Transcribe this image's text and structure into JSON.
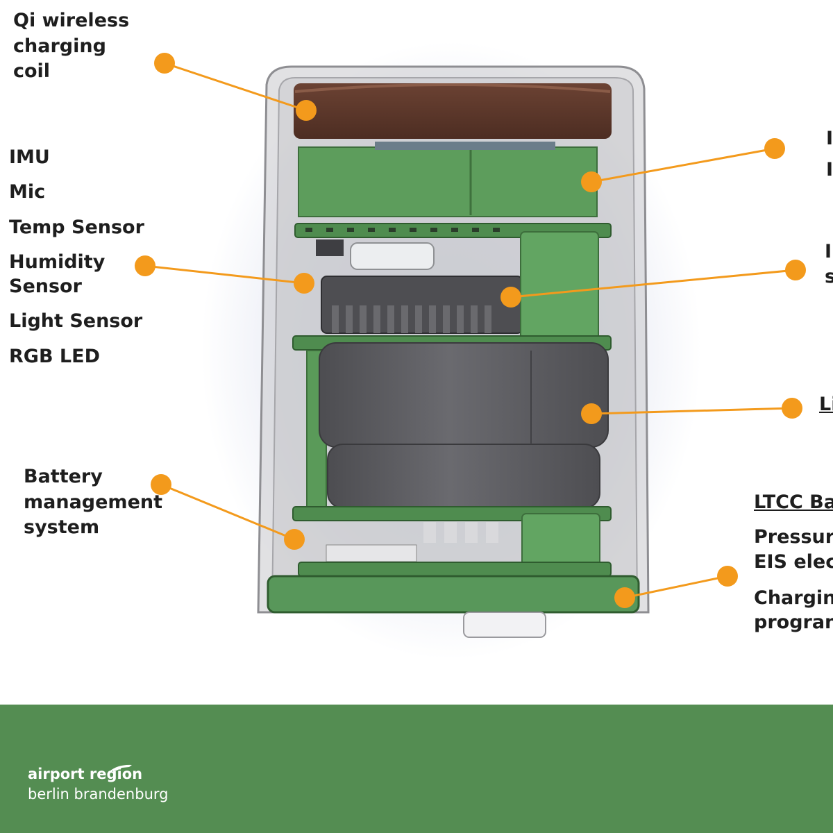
{
  "labels_left": {
    "coil": [
      "Qi wireless",
      "charging",
      "coil"
    ],
    "sensors": [
      "IMU",
      "Mic",
      "Temp Sensor",
      "Humidity",
      "Sensor",
      "Light Sensor",
      "RGB LED"
    ],
    "bms": [
      "Battery",
      "management",
      "system"
    ]
  },
  "labels_right": {
    "top_partial": [
      "I",
      "I"
    ],
    "mid_partial": [
      "I",
      "s"
    ],
    "battery_partial": "Li",
    "ltcc_title": "LTCC Ba",
    "ltcc_items": [
      "Pressur",
      "EIS elec",
      "Chargin",
      "progran"
    ]
  },
  "footer": {
    "brand_line1": "airport region",
    "brand_line2": "berlin brandenburg"
  },
  "colors": {
    "callout_orange": "#f39a1c",
    "pcb_green": "#5fa05f",
    "coil_brown": "#5a3527",
    "battery_grey": "#616165",
    "footer_green": "#548d52"
  },
  "icons": [
    "airplane-icon"
  ]
}
